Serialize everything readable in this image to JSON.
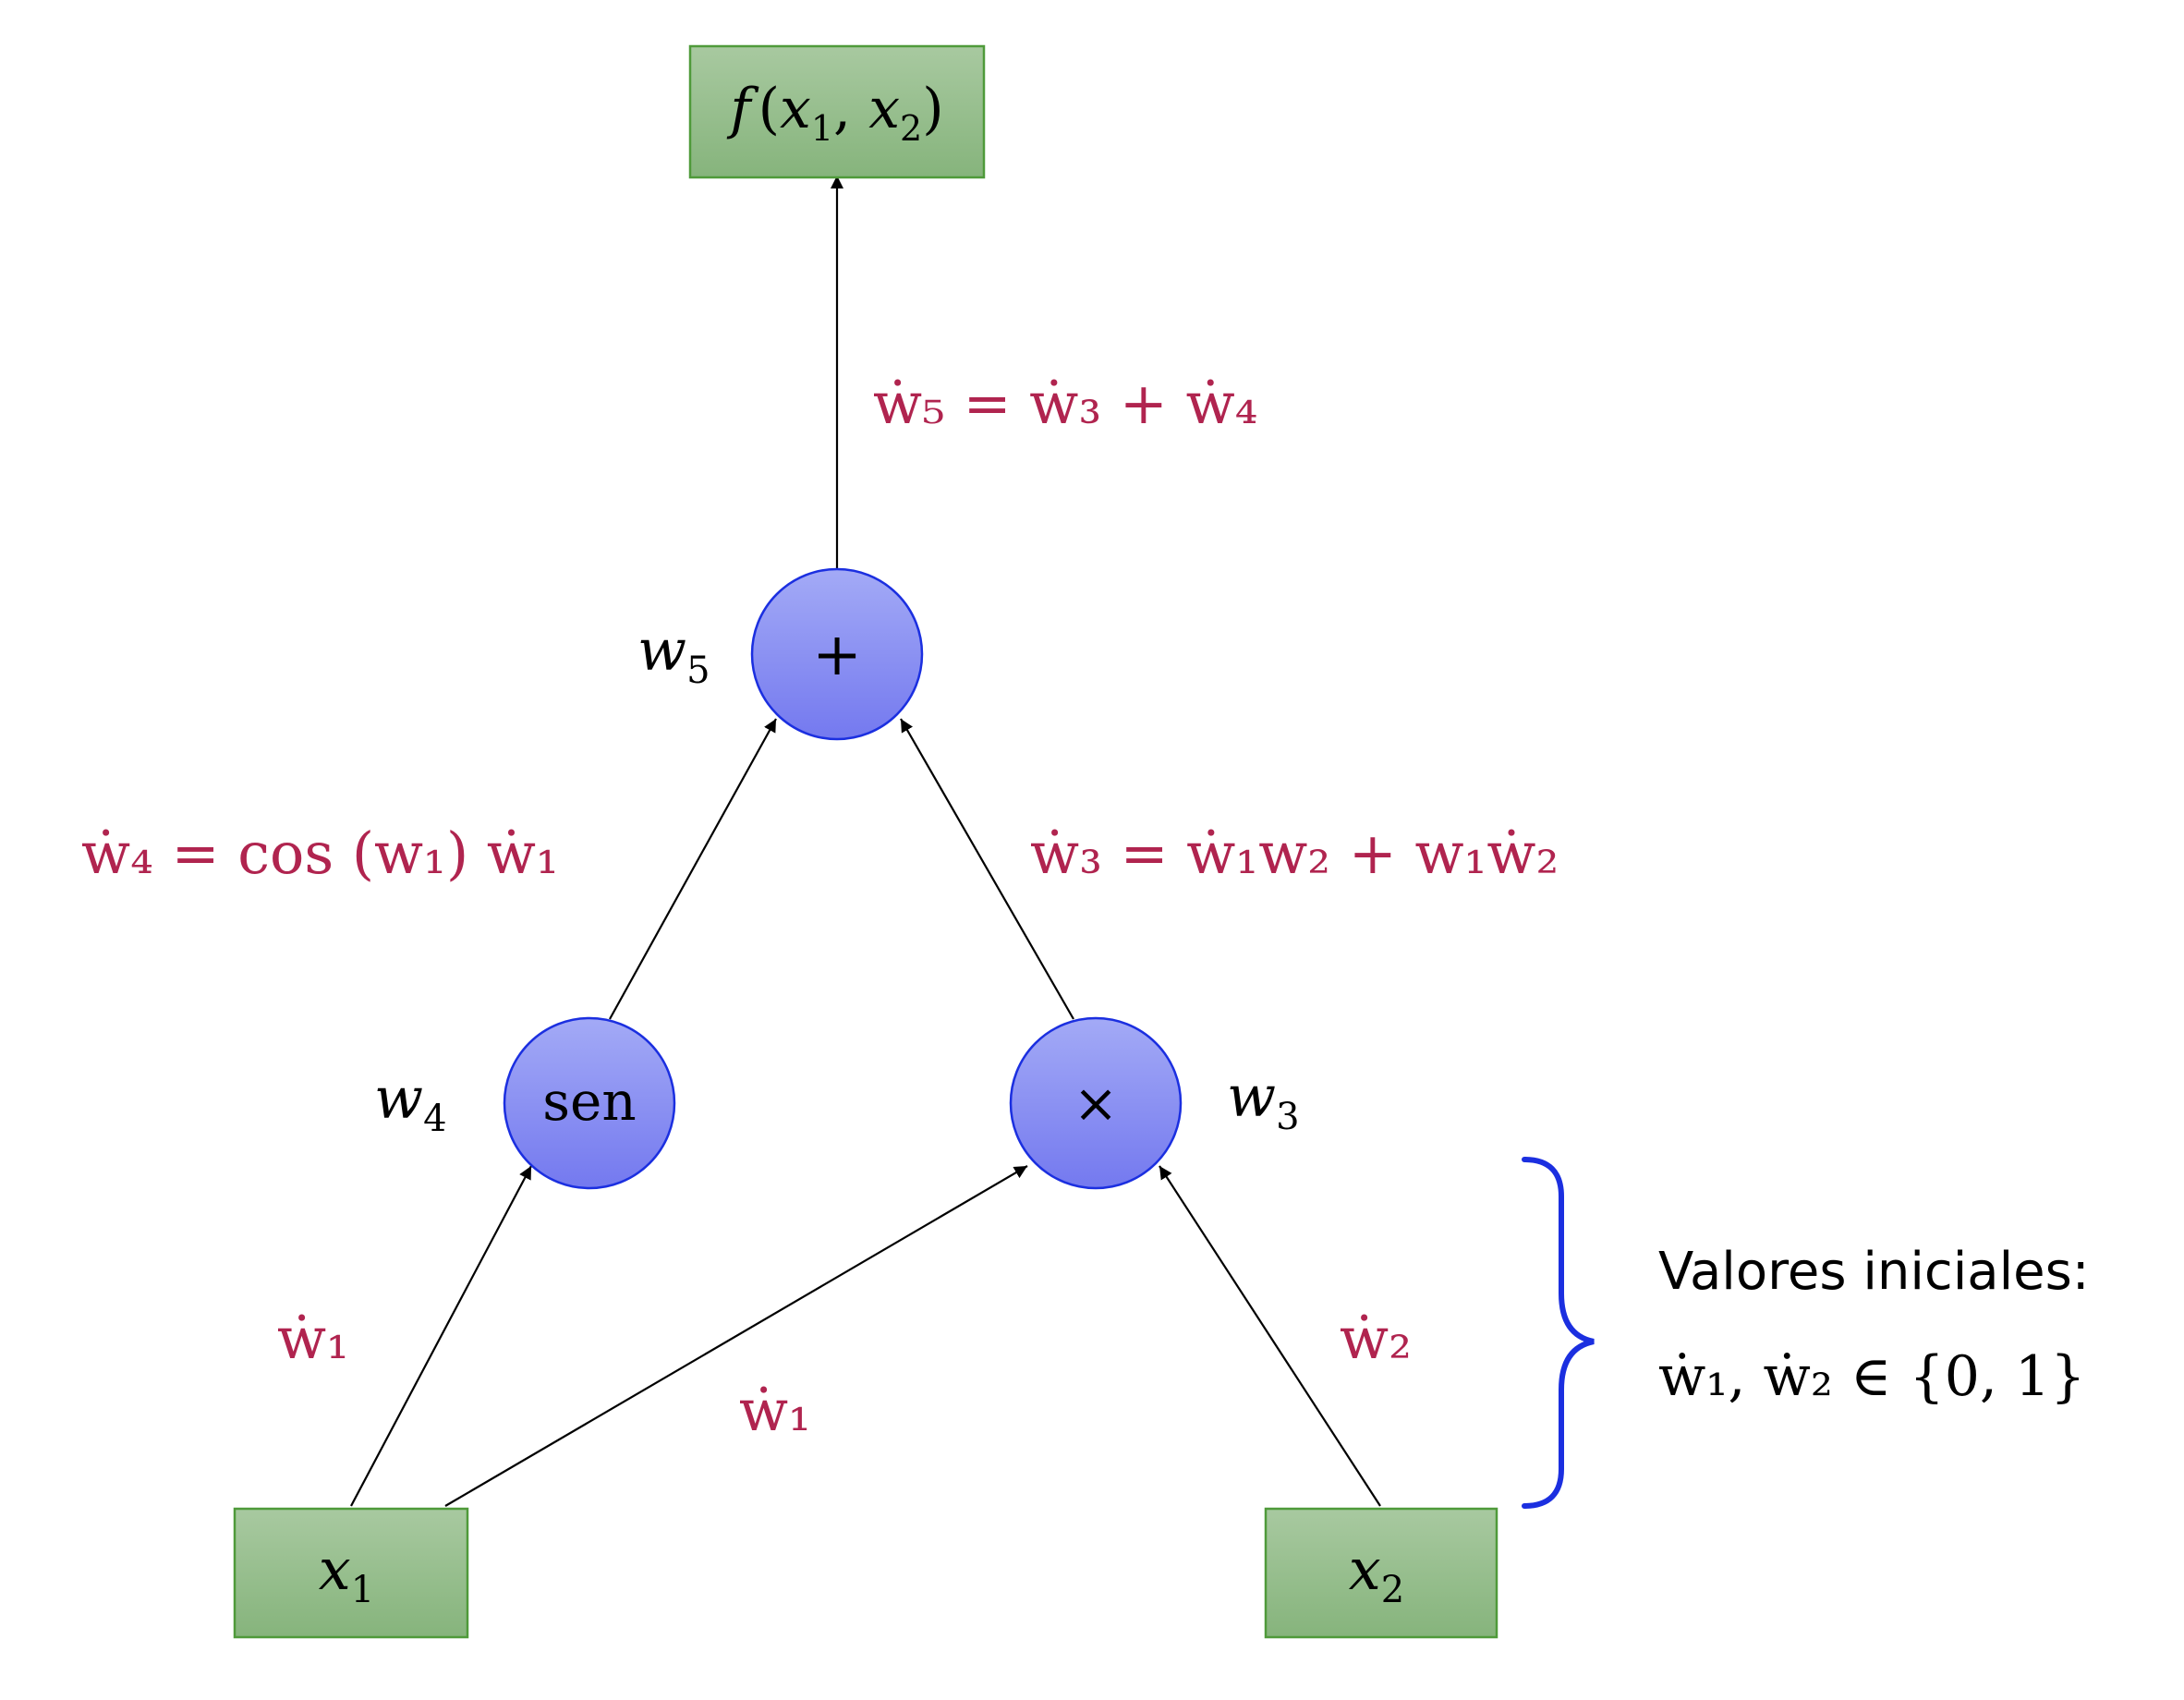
{
  "colors": {
    "box_fill_top": "#a8c9a0",
    "box_fill_bottom": "#86b47c",
    "box_stroke": "#4f9a3a",
    "circle_fill_top": "#9aa5f5",
    "circle_fill_bottom": "#7a80f0",
    "circle_stroke": "#1b2fe0",
    "derivative_color": "#b0244f",
    "brace_color": "#1b2fe0",
    "edge_color": "#000000"
  },
  "nodes": {
    "output": {
      "func": "f",
      "args": [
        "x",
        "1",
        "x",
        "2"
      ]
    },
    "plus": {
      "symbol": "+",
      "weight": "w",
      "weight_sub": "5"
    },
    "sin": {
      "symbol": "sen",
      "weight": "w",
      "weight_sub": "4"
    },
    "times": {
      "symbol": "×",
      "weight": "w",
      "weight_sub": "3"
    },
    "x1": {
      "var": "x",
      "sub": "1"
    },
    "x2": {
      "var": "x",
      "sub": "2"
    }
  },
  "edge_labels": {
    "w5_dot": "ẇ₅ = ẇ₃ + ẇ₄",
    "w4_dot": "ẇ₄ = cos (w₁) ẇ₁",
    "w3_dot": "ẇ₃ = ẇ₁w₂ + w₁ẇ₂",
    "x1_to_sin": "ẇ₁",
    "x1_to_times": "ẇ₁",
    "x2_to_times": "ẇ₂"
  },
  "annotation": {
    "title": "Valores iniciales:",
    "formula": "ẇ₁, ẇ₂ ∈ {0, 1}"
  }
}
